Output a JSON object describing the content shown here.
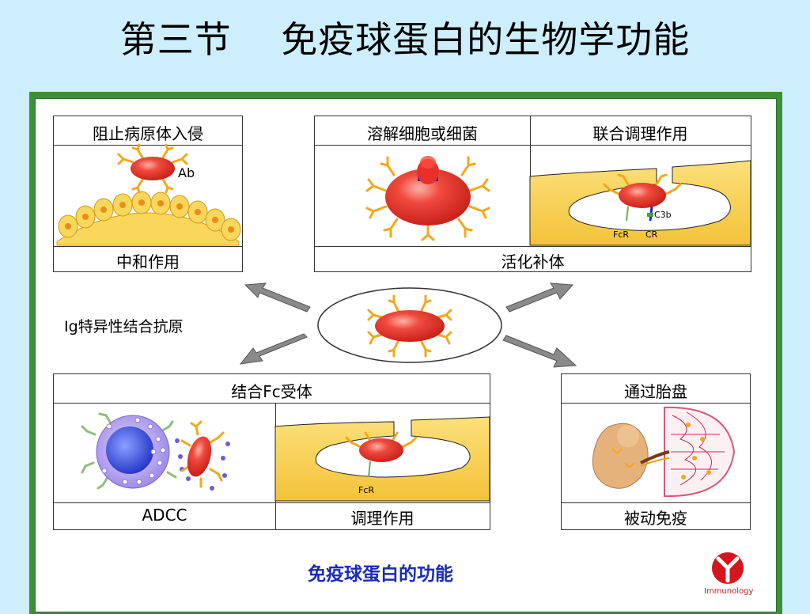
{
  "slide": {
    "title": "第三节    免疫球蛋白的生物学功能"
  },
  "diagram": {
    "panels": {
      "neutralize": {
        "header": "阻止病原体入侵",
        "footer": "中和作用",
        "ab_label": "Ab"
      },
      "complement": {
        "header_left": "溶解细胞或细菌",
        "header_right": "联合调理作用",
        "footer": "活化补体",
        "label_c3b": "C3b",
        "label_fcr": "FcR",
        "label_cr": "CR"
      },
      "fc_receptor": {
        "header": "结合Fc受体",
        "footer_left": "ADCC",
        "footer_right": "调理作用",
        "label_fcr": "FcR"
      },
      "placenta": {
        "header": "通过胎盘",
        "footer": "被动免疫"
      }
    },
    "center_label": "Ig特异性结合抗原",
    "caption": "免疫球蛋白的功能",
    "logo_text": "Immunology"
  },
  "colors": {
    "background": "#cdeefc",
    "frame": "#3f8f3a",
    "antigen": "#e8302a",
    "antibody": "#f2a81c",
    "cell_yellow": "#f8d75a",
    "caption": "#1b2bb8",
    "logo": "#c0171c"
  }
}
